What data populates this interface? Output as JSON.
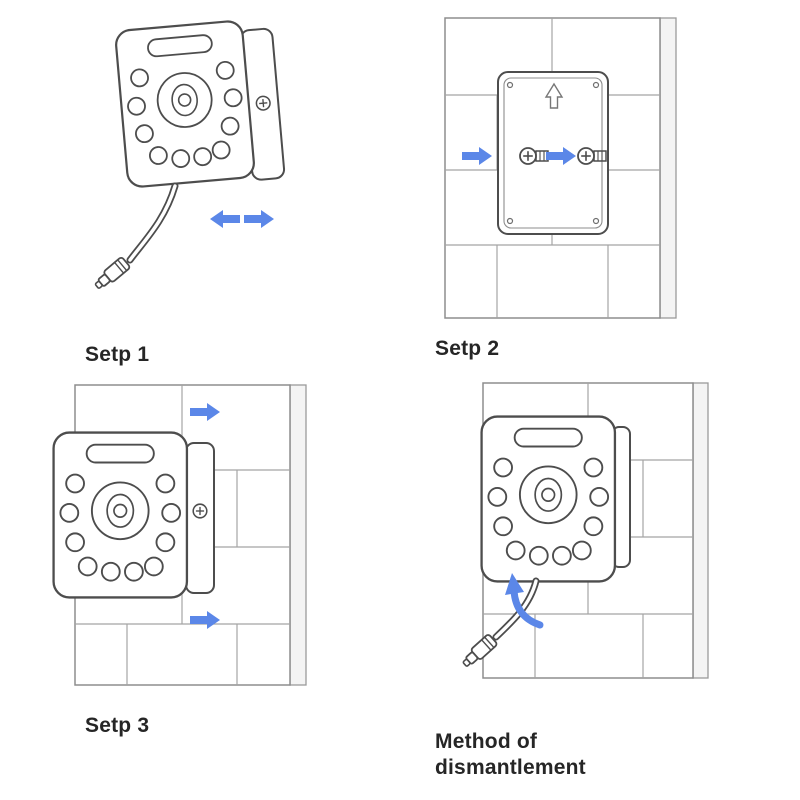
{
  "diagram": {
    "panels": [
      {
        "label": "Setp 1"
      },
      {
        "label": "Setp 2"
      },
      {
        "label": "Setp 3"
      },
      {
        "label": "Method of\ndismantlement"
      }
    ],
    "colors": {
      "arrow": "#5b87e8",
      "outline": "#4d4d4d",
      "wall_line": "#9a9a9a"
    }
  }
}
